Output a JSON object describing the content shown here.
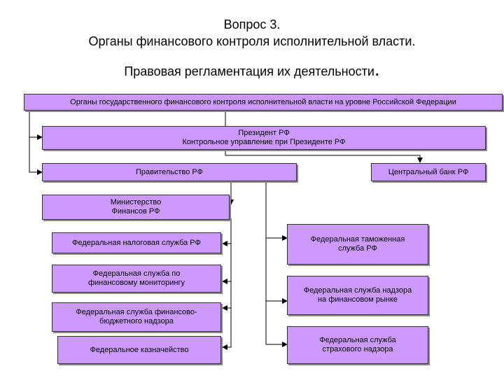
{
  "title": {
    "line1": "Вопрос 3.",
    "line2": "Органы финансового контроля исполнительной власти.",
    "line3": "Правовая регламентация их деятельности",
    "dot": "."
  },
  "nodes": {
    "root": {
      "line1": "Органы государственного финансового контроля исполнительной власти на уровне Российской Федерации"
    },
    "president": {
      "line1": "Президент РФ",
      "line2": "Контрольное управление при Президенте РФ"
    },
    "government": {
      "line1": "Правительство РФ"
    },
    "central_bank": {
      "line1": "Центральный банк РФ"
    },
    "ministry": {
      "line1": "Министерство",
      "line2": "Финансов РФ"
    },
    "tax": {
      "line1": "Федеральная налоговая служба РФ"
    },
    "fin_monitoring": {
      "line1": "Федеральная служба по",
      "line2": "финансовому мониторингу"
    },
    "budget_supervision": {
      "line1": "Федеральная служба финансово-",
      "line2": "бюджетного надзора"
    },
    "treasury": {
      "line1": "Федеральное казначейство"
    },
    "customs": {
      "line1": "Федеральная таможенная",
      "line2": "служба РФ"
    },
    "fin_market": {
      "line1": "Федеральная служба надзора",
      "line2": "на финансовом рынке"
    },
    "insurance": {
      "line1": "Федеральная служба",
      "line2": "страхового надзора"
    }
  },
  "colors": {
    "box_fill": "#cc99ff",
    "box_border": "#333333",
    "line": "#000000"
  }
}
